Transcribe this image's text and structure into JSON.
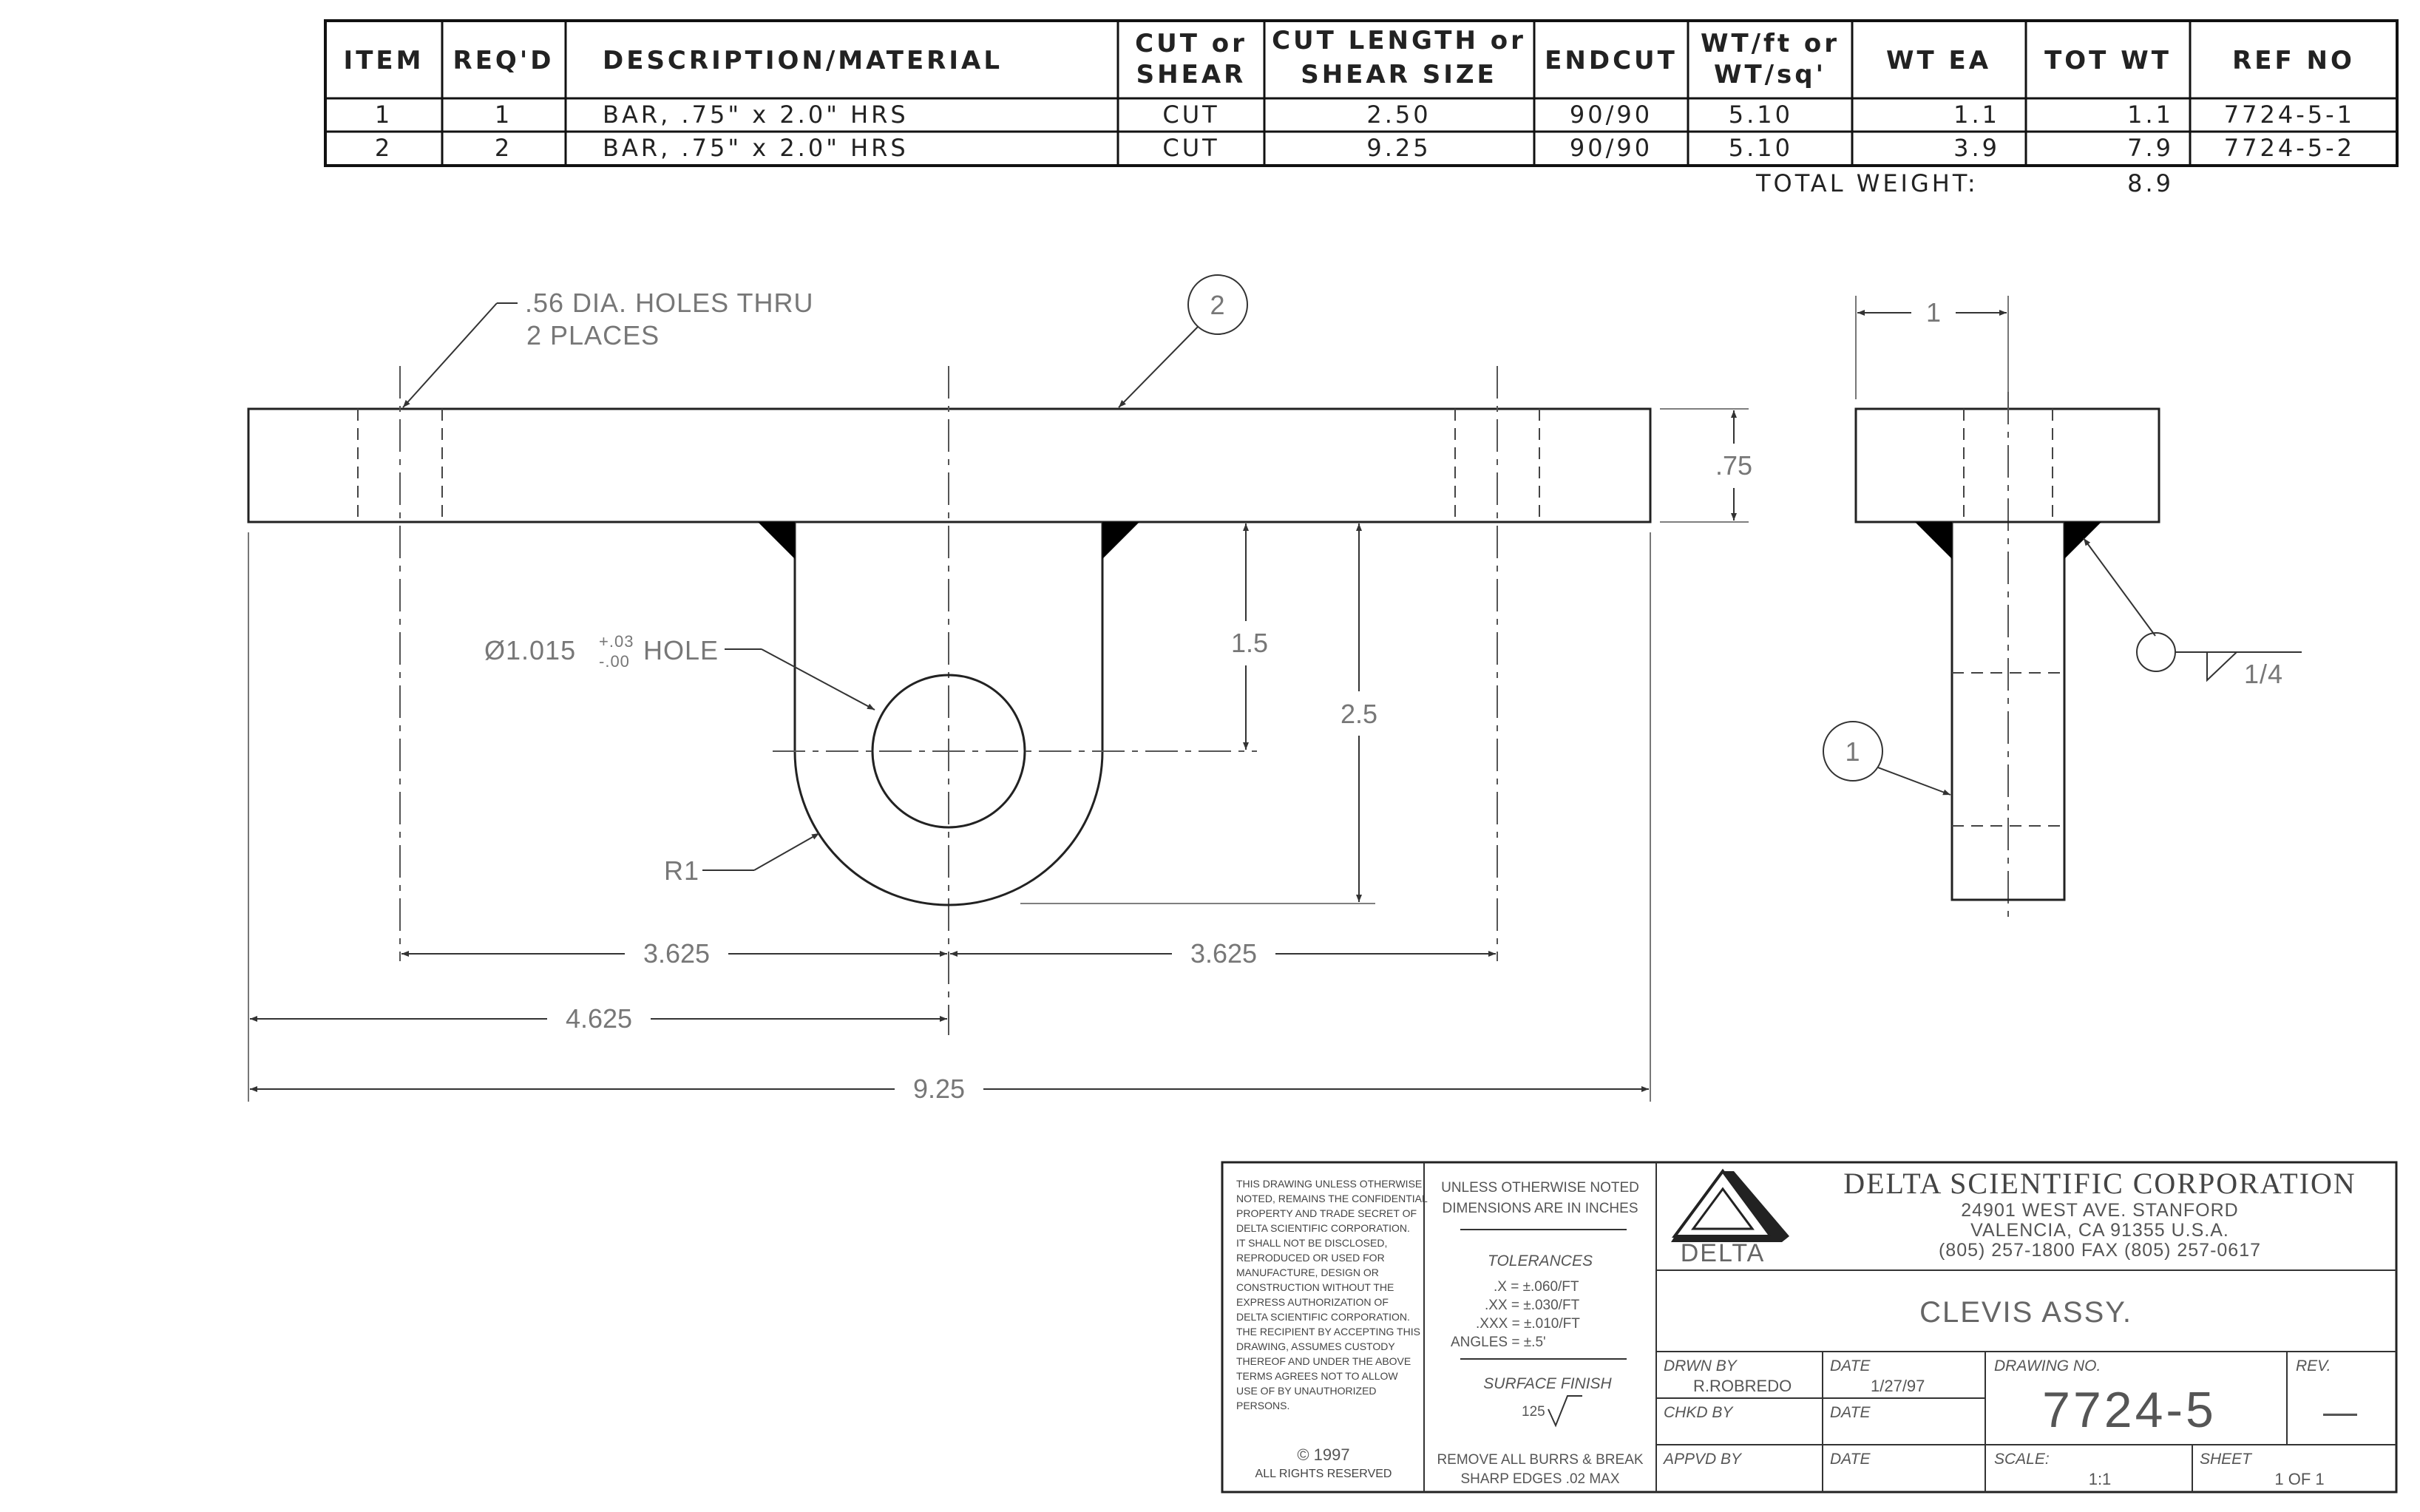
{
  "bom": {
    "headers": {
      "item": "ITEM",
      "reqd": "REQ'D",
      "desc": "DESCRIPTION/MATERIAL",
      "cut_l1": "CUT or",
      "cut_l2": "SHEAR",
      "len_l1": "CUT LENGTH or",
      "len_l2": "SHEAR SIZE",
      "endcut": "ENDCUT",
      "wt_l1": "WT/ft or",
      "wt_l2": "WT/sq'",
      "wtea": "WT EA",
      "totwt": "TOT WT",
      "refno": "REF NO"
    },
    "rows": [
      {
        "item": "1",
        "reqd": "1",
        "desc": "BAR, .75\" x 2.0\" HRS",
        "cut": "CUT",
        "len": "2.50",
        "endcut": "90/90",
        "wtft": "5.10",
        "wtea": "1.1",
        "totwt": "1.1",
        "refno": "7724-5-1"
      },
      {
        "item": "2",
        "reqd": "2",
        "desc": "BAR, .75\" x 2.0\" HRS",
        "cut": "CUT",
        "len": "9.25",
        "endcut": "90/90",
        "wtft": "5.10",
        "wtea": "3.9",
        "totwt": "7.9",
        "refno": "7724-5-2"
      }
    ],
    "total_label": "TOTAL WEIGHT:",
    "total_value": "8.9"
  },
  "drawing": {
    "note_holes_l1": ".56 DIA. HOLES THRU",
    "note_holes_l2": "2 PLACES",
    "note_hole_prefix": "Ø1.015",
    "note_hole_tol_plus": "+.03",
    "note_hole_tol_minus": "-.00",
    "note_hole_suffix": "HOLE",
    "radius": "R1",
    "balloon_1": "1",
    "balloon_2": "2",
    "weld_size": "1/4",
    "dims": {
      "thickness": ".75",
      "d_1_5": "1.5",
      "d_2_5": "2.5",
      "d_3_625_left": "3.625",
      "d_3_625_right": "3.625",
      "d_4_625": "4.625",
      "d_9_25": "9.25",
      "d_1": "1"
    }
  },
  "title_block": {
    "proprietary": [
      "THIS DRAWING UNLESS OTHERWISE",
      "NOTED, REMAINS THE CONFIDENTIAL",
      "PROPERTY AND TRADE SECRET OF",
      "DELTA SCIENTIFIC CORPORATION.",
      "IT SHALL NOT BE DISCLOSED,",
      "REPRODUCED OR USED FOR",
      "MANUFACTURE, DESIGN OR",
      "CONSTRUCTION WITHOUT THE",
      "EXPRESS AUTHORIZATION OF",
      "DELTA SCIENTIFIC CORPORATION.",
      "THE RECIPIENT BY ACCEPTING THIS",
      "DRAWING, ASSUMES CUSTODY",
      "THEREOF AND UNDER THE ABOVE",
      "TERMS AGREES NOT TO ALLOW",
      "USE OF BY UNAUTHORIZED",
      "PERSONS."
    ],
    "copyright": "© 1997",
    "rights": "ALL RIGHTS RESERVED",
    "unless_l1": "UNLESS OTHERWISE NOTED",
    "unless_l2": "DIMENSIONS ARE IN INCHES",
    "tolerances_label": "TOLERANCES",
    "tol_x": ".X  =  ±.060/FT",
    "tol_xx": ".XX  =  ±.030/FT",
    "tol_xxx": ".XXX  =  ±.010/FT",
    "tol_angles": "ANGLES  =  ±.5'",
    "surface_label": "SURFACE  FINISH",
    "surface_value": "125",
    "burrs_l1": "REMOVE ALL BURRS & BREAK",
    "burrs_l2": "SHARP  EDGES .02  MAX",
    "logo_text": "DELTA",
    "company": "DELTA  SCIENTIFIC  CORPORATION",
    "addr1": "24901  WEST  AVE.  STANFORD",
    "addr2": "VALENCIA,  CA  91355  U.S.A.",
    "phone": "(805)  257-1800  FAX  (805)  257-0617",
    "drawing_title": "CLEVIS  ASSY.",
    "drwn_label": "DRWN  BY",
    "drwn_value": "R.ROBREDO",
    "date_label": "DATE",
    "drwn_date": "1/27/97",
    "chkd_label": "CHKD  BY",
    "appvd_label": "APPVD  BY",
    "dwg_no_label": "DRAWING  NO.",
    "dwg_no": "7724-5",
    "rev_label": "REV.",
    "rev": "—",
    "scale_label": "SCALE:",
    "scale": "1:1",
    "sheet_label": "SHEET",
    "sheet": "1  OF  1"
  }
}
